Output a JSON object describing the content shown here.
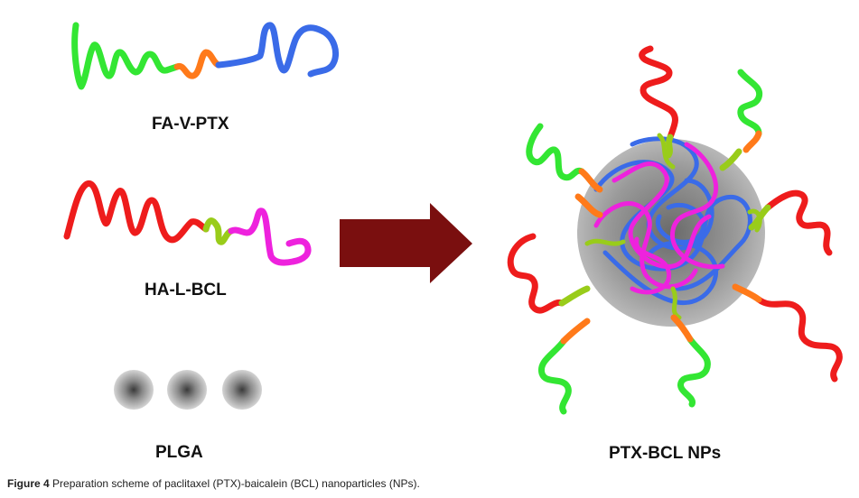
{
  "labels": {
    "fa_v_ptx": "FA-V-PTX",
    "ha_l_bcl": "HA-L-BCL",
    "plga": "PLGA",
    "ptx_bcl_nps": "PTX-BCL NPs"
  },
  "caption": {
    "figure_number": "Figure 4",
    "text": " Preparation scheme of paclitaxel (PTX)-baicalein (BCL) nanoparticles (NPs)."
  },
  "colors": {
    "fa": "#33e633",
    "valine_linker": "#ff7a1a",
    "ptx": "#3a6be8",
    "ha": "#ee1c1c",
    "l_linker": "#99cc1a",
    "bcl": "#ee22dd",
    "arrow": "#7a0f0f",
    "plga_core": "#555555"
  },
  "icons": {
    "reaction_arrow": "right-arrow-icon",
    "plga_particle": "sphere-icon"
  }
}
